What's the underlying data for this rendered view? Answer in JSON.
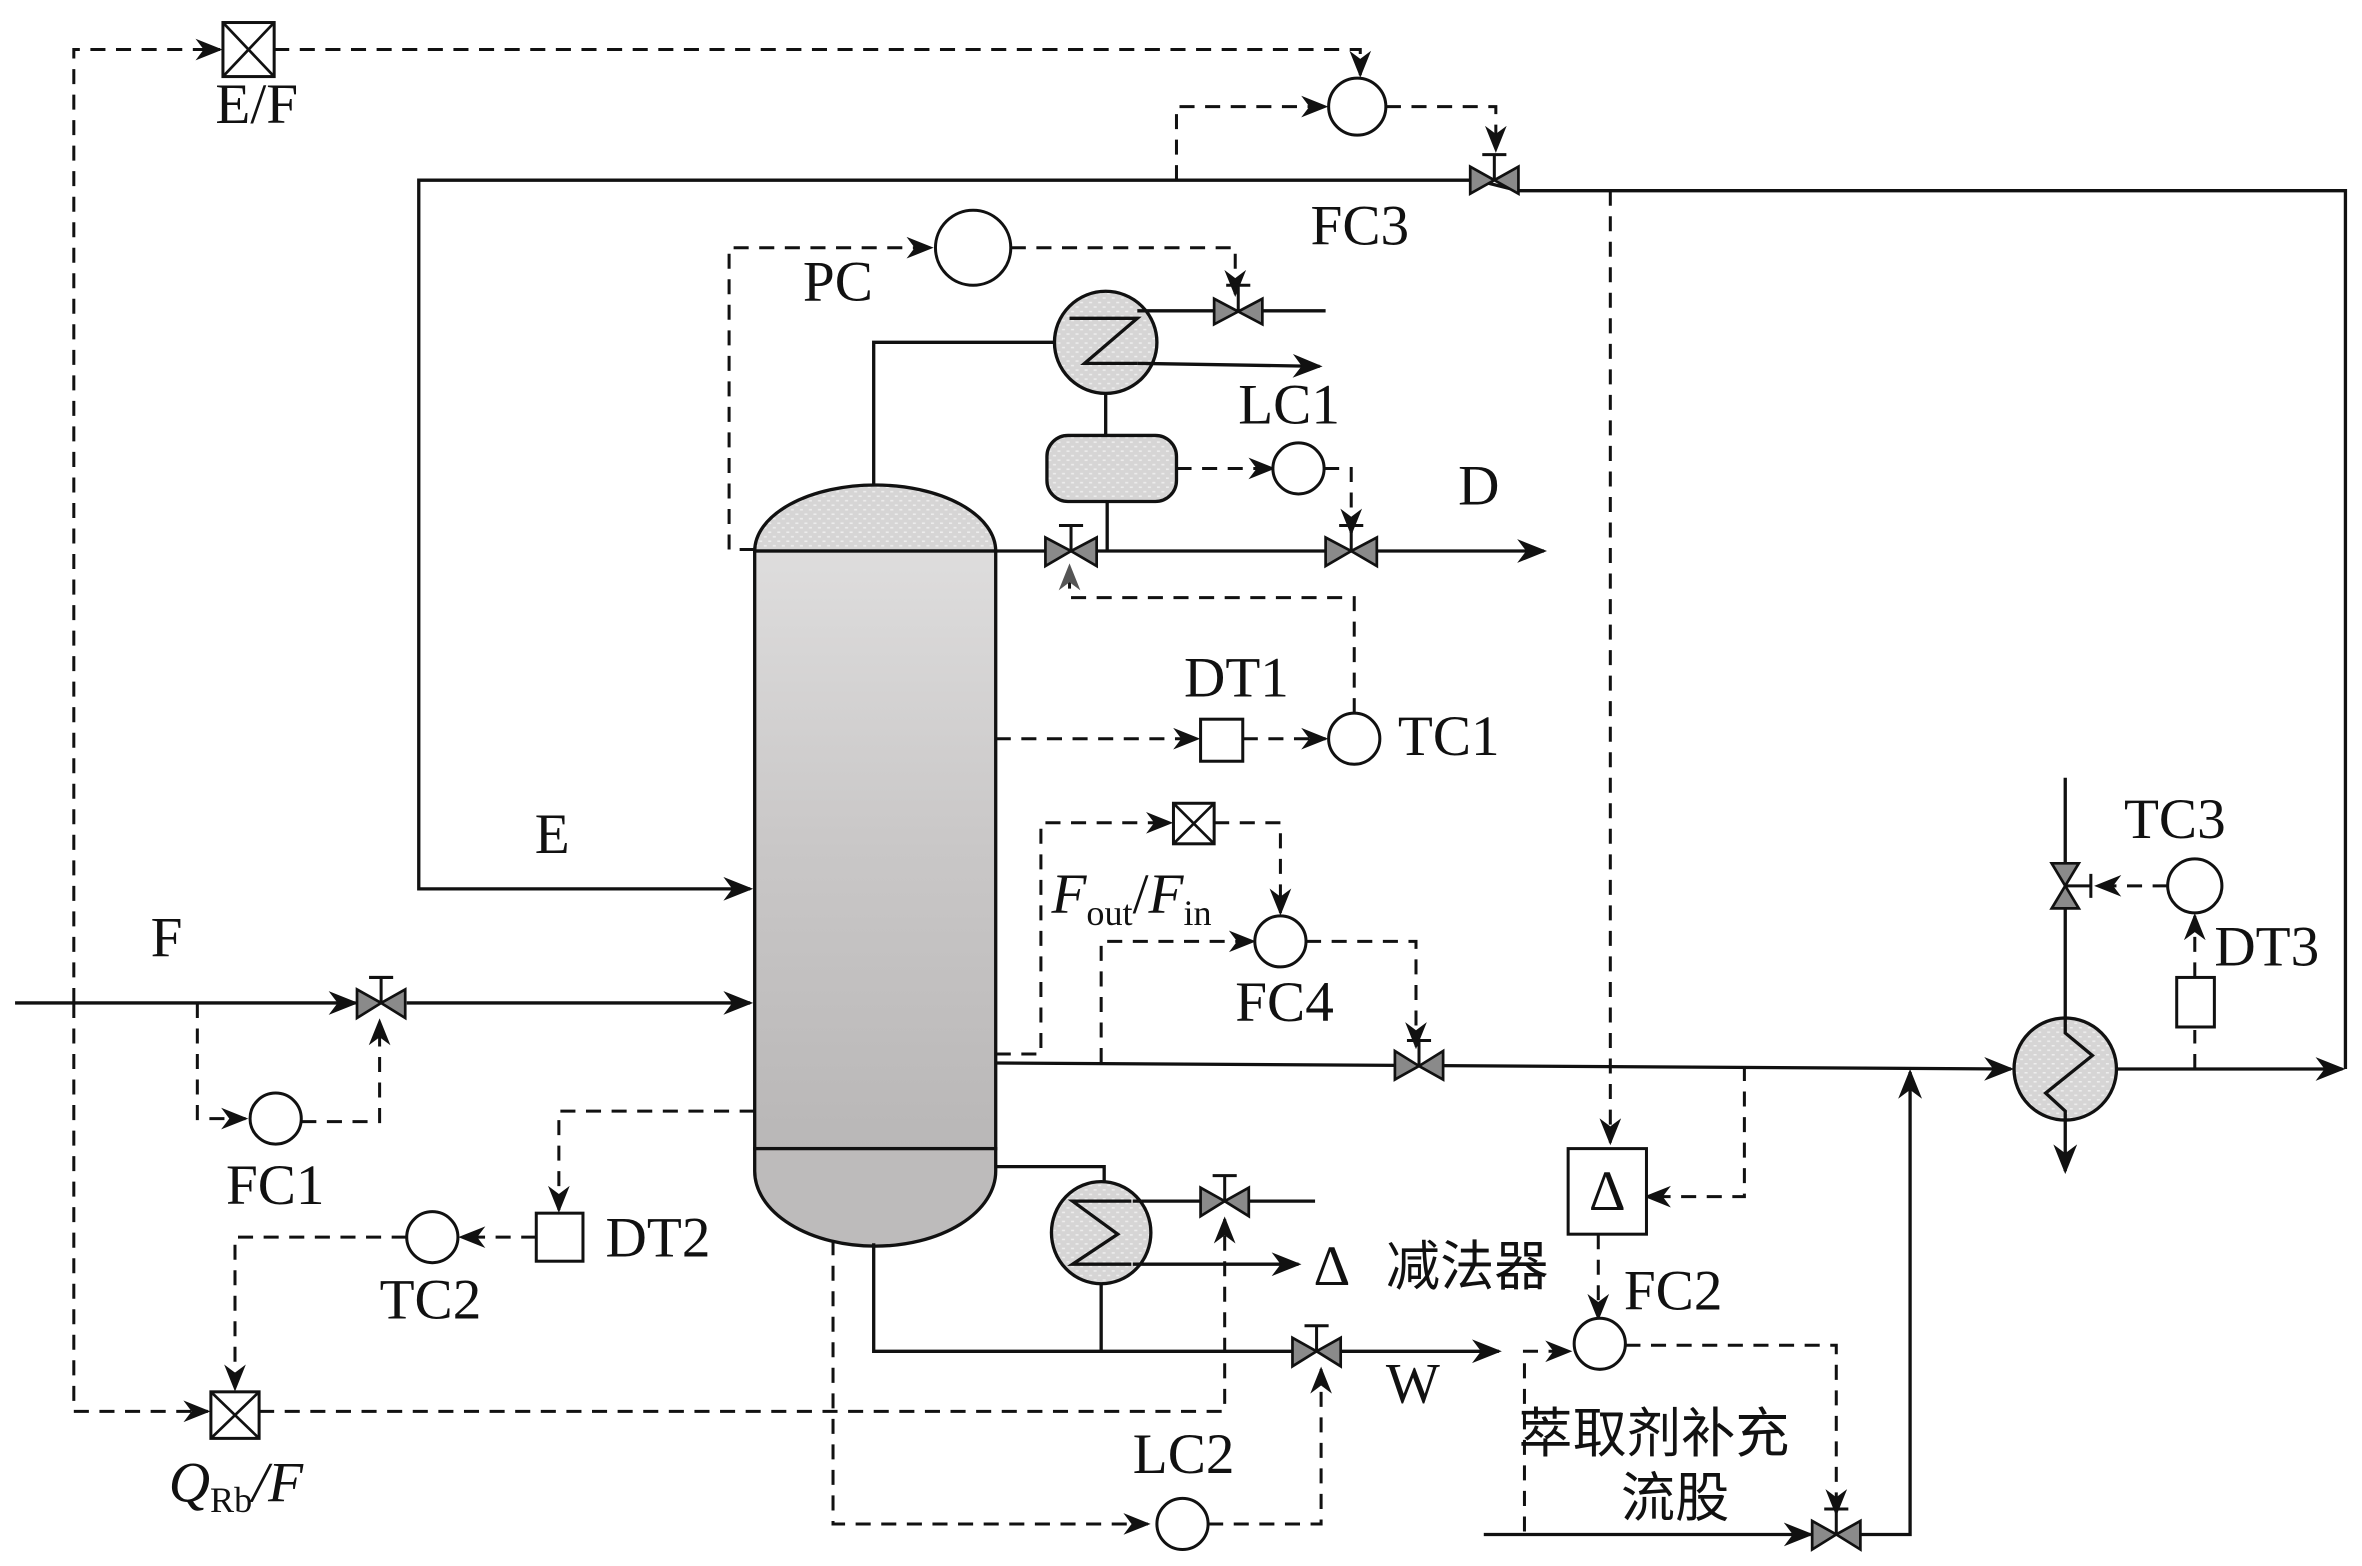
{
  "figure": {
    "title": "萃取精馏塔控制方案示意图",
    "colors": {
      "line": "#111111",
      "valve_fill": "#8a8a8a",
      "equipment_fill": "#d0cfcf"
    }
  },
  "streams": {
    "feed": "F",
    "entrainer": "E",
    "distillate": "D",
    "bottoms": "W"
  },
  "controllers": {
    "pc": "PC",
    "lc1": "LC1",
    "lc2": "LC2",
    "tc1": "TC1",
    "tc2": "TC2",
    "tc3": "TC3",
    "fc1": "FC1",
    "fc2": "FC2",
    "fc3": "FC3",
    "fc4": "FC4"
  },
  "transmitters": {
    "dt1": "DT1",
    "dt2": "DT2",
    "dt3": "DT3"
  },
  "ratio_blocks": {
    "ef": "E/F",
    "fout_fin": {
      "main": "F",
      "sub1": "out",
      "slash": "/",
      "main2": "F",
      "sub2": "in"
    },
    "qrb_f": {
      "main": "Q",
      "sub": "Rb",
      "rest": "/F"
    }
  },
  "subtractor": {
    "symbol": "Δ",
    "legend_symbol": "Δ",
    "legend_text": "减法器"
  },
  "makeup": {
    "line1": "萃取剂补充",
    "line2": "流股"
  }
}
